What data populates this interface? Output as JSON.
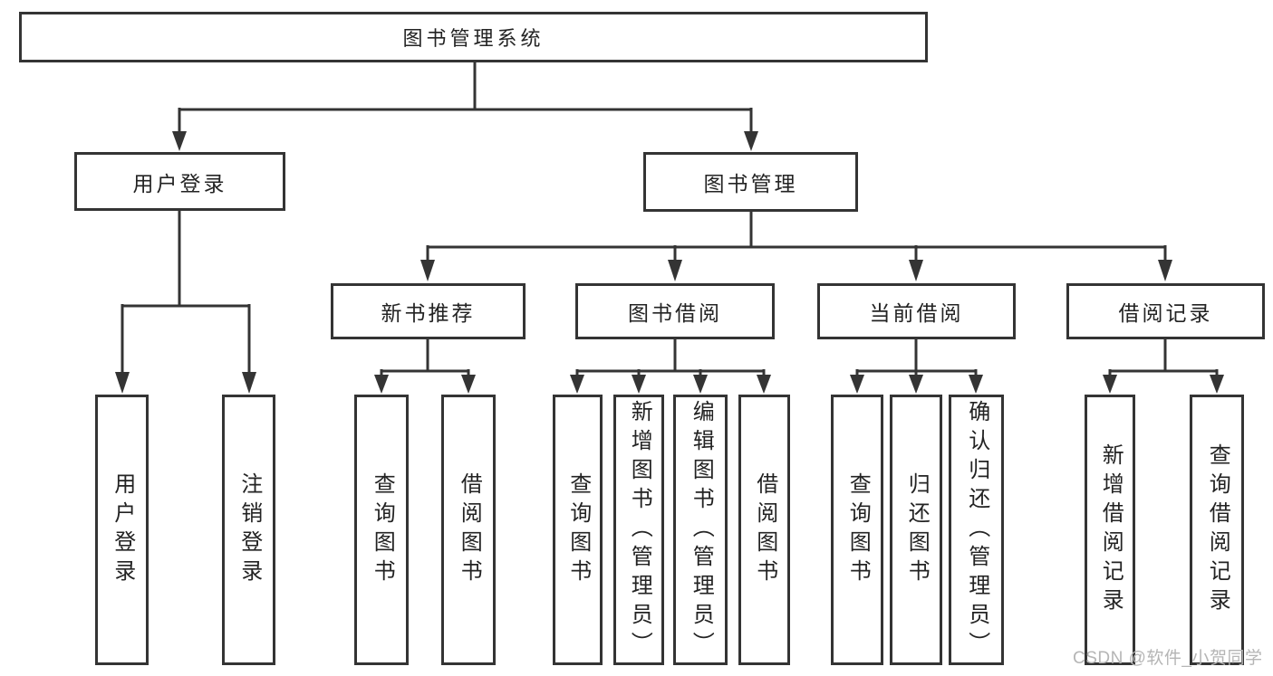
{
  "tree": {
    "label": "图书管理系统",
    "children": [
      {
        "label": "用户登录",
        "children": [
          {
            "label": "用户登录"
          },
          {
            "label": "注销登录"
          }
        ]
      },
      {
        "label": "图书管理",
        "children": [
          {
            "label": "新书推荐",
            "children": [
              {
                "label": "查询图书"
              },
              {
                "label": "借阅图书"
              }
            ]
          },
          {
            "label": "图书借阅",
            "children": [
              {
                "label": "查询图书"
              },
              {
                "label": "新增图书（管理员）"
              },
              {
                "label": "编辑图书（管理员）"
              },
              {
                "label": "借阅图书"
              }
            ]
          },
          {
            "label": "当前借阅",
            "children": [
              {
                "label": "查询图书"
              },
              {
                "label": "归还图书"
              },
              {
                "label": "确认归还（管理员）"
              }
            ]
          },
          {
            "label": "借阅记录",
            "children": [
              {
                "label": "新增借阅记录"
              },
              {
                "label": "查询借阅记录"
              }
            ]
          }
        ]
      }
    ]
  },
  "watermark": {
    "text": "CSDN @软件_小贺同学",
    "color": "#b5b5b5"
  },
  "colors": {
    "line": "#343434",
    "box_border": "#343434",
    "text": "#232323",
    "background": "#ffffff"
  }
}
